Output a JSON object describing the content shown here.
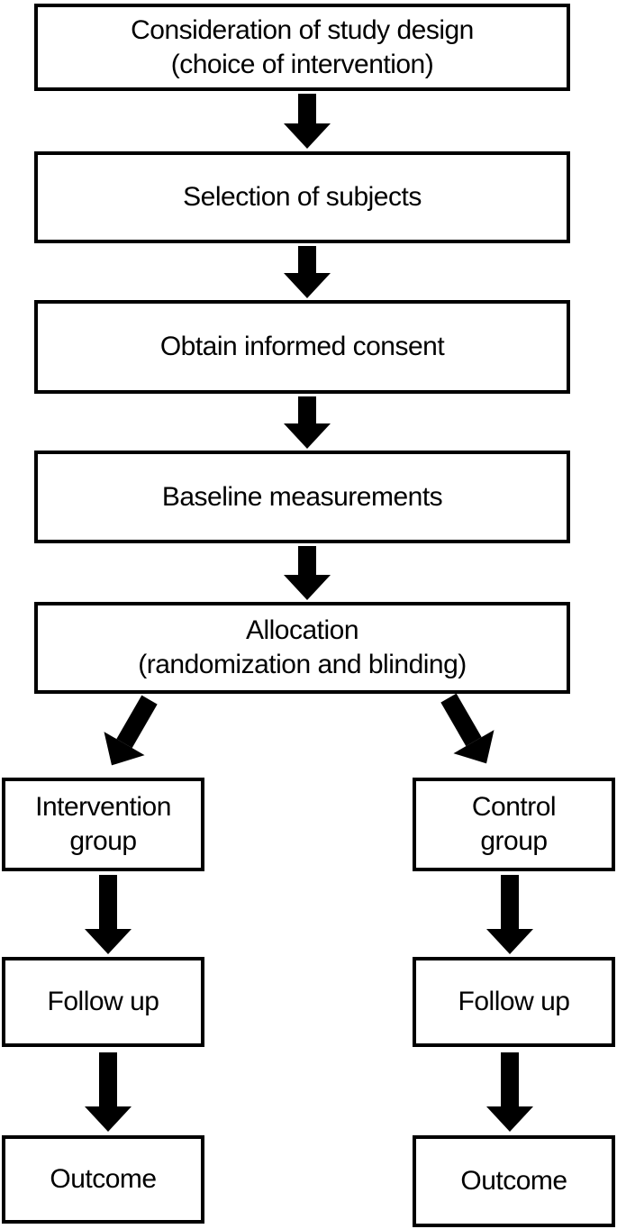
{
  "flowchart": {
    "main_steps": [
      {
        "id": "study-design",
        "text": "Consideration of study design\n(choice of intervention)"
      },
      {
        "id": "selection",
        "text": "Selection of subjects"
      },
      {
        "id": "consent",
        "text": "Obtain informed consent"
      },
      {
        "id": "baseline",
        "text": "Baseline measurements"
      },
      {
        "id": "allocation",
        "text": "Allocation\n(randomization and blinding)"
      }
    ],
    "branches": [
      {
        "name": "intervention",
        "boxes": [
          {
            "id": "intervention-group",
            "text": "Intervention\ngroup"
          },
          {
            "id": "follow-up",
            "text": "Follow up"
          },
          {
            "id": "outcome",
            "text": "Outcome"
          }
        ]
      },
      {
        "name": "control",
        "boxes": [
          {
            "id": "control-group",
            "text": "Control\ngroup"
          },
          {
            "id": "follow-up",
            "text": "Follow up"
          },
          {
            "id": "outcome",
            "text": "Outcome"
          }
        ]
      }
    ],
    "colors": {
      "box_border": "#000000",
      "box_fill": "#ffffff",
      "arrow": "#000000",
      "text": "#000000"
    }
  }
}
